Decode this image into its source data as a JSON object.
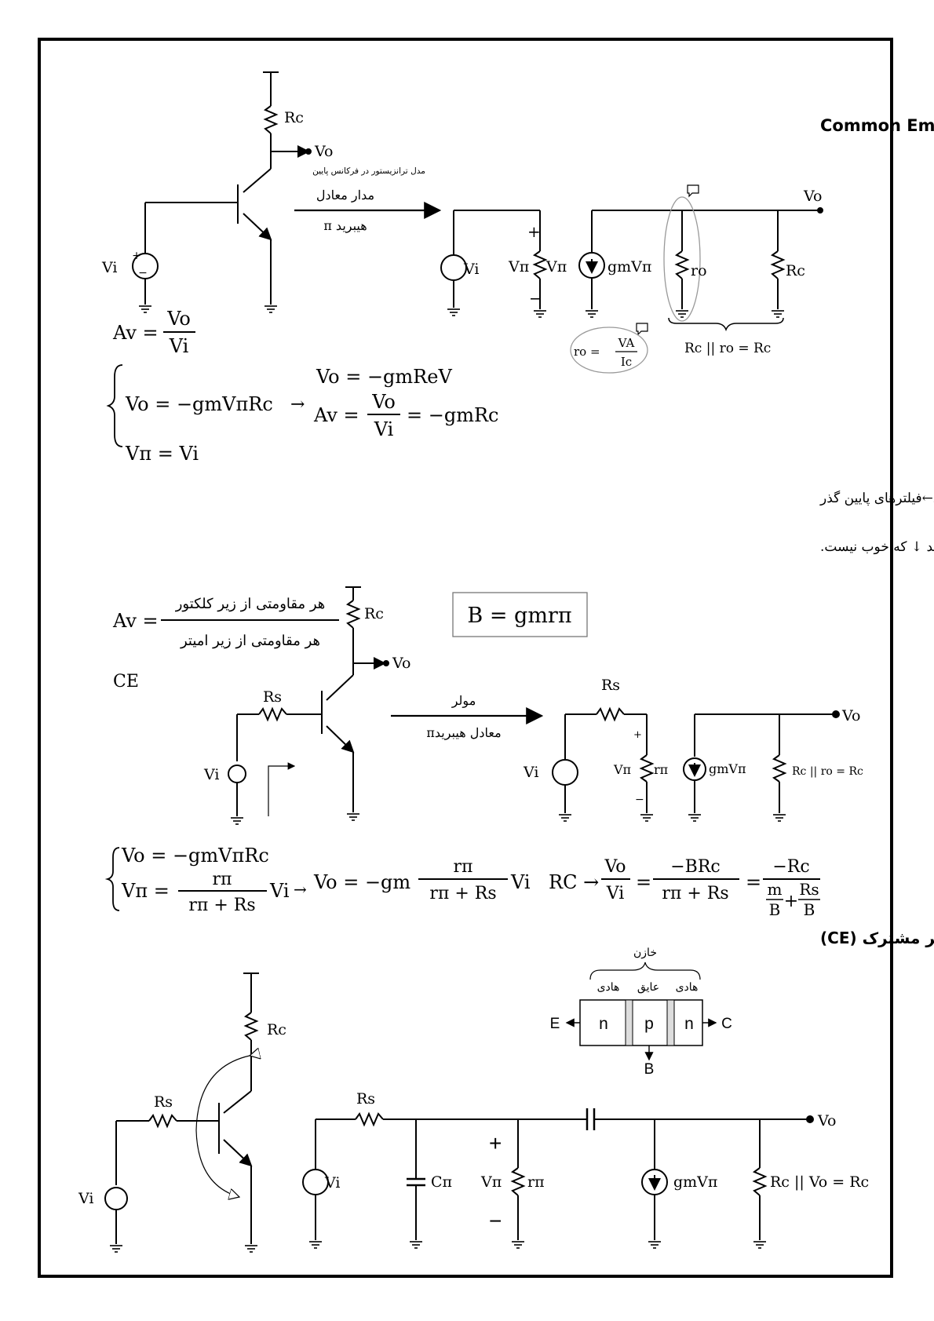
{
  "heading1": "تقویت کننده امیتر مشترک: Common Emitter (CE)",
  "heading2": "بررسی و رفتار فرکانس تقویت‌های یک طبقه. امیتر مشترک (CE)",
  "lowfreq_model_note": "مدل ترانزیستور در فرکانس پایین",
  "equiv_circuit_label": "مدار معادل",
  "hybrid_pi_label": "هیبرید π",
  "mullers_label": "مولر",
  "hybrid_pi_equiv_label": "معادل هیبریدπ",
  "para_lowpass": "چون در فرکانس پایین گذر عبور می‌دهد و فرکانس بالا را عبور نمی‌دهد←فیلترهای پایین گذر",
  "para_bandwidth": "هر چه قطب دورتر باشد، پهنای باند ↑ هر چه قطب نزدیکتر باشد، پهنای باند ↓ که خوب نیست.",
  "av_numerator": "هر مقاومتی از زیر کلکتور",
  "av_denominator": "هر مقاومتی از زیر امیتر",
  "ce_label": "CE",
  "capacitor_label": "خازن",
  "conductor_label": "هادی",
  "insulator_label": "عایق",
  "labels": {
    "Rc": "Rc",
    "Vo": "Vo",
    "Vi": "Vi",
    "Rs": "Rs",
    "Vpi": "Vπ",
    "rpi": "rπ",
    "ro": "ro",
    "gmVpi": "gmVπ",
    "Cpi": "Cπ",
    "E": "E",
    "C": "C",
    "B": "B",
    "n": "n",
    "p": "p",
    "plus": "+",
    "minus": "−",
    "rc_par_ro": "Rc || ro = Rc",
    "rc_par_vo": "Rc || Vo = Rc",
    "ro_eq": "ro =",
    "va": "VA",
    "ic": "Ic"
  },
  "equations": {
    "av_def_lhs": "Av =",
    "av_def_num": "Vo",
    "av_def_den": "Vi",
    "vo_gmrev": "Vo = −gmReV",
    "vo_gmvpirc": "Vo = −gmVπRc",
    "vpi_vi": "Vπ = Vi",
    "arrow": "→",
    "av_lhs": "Av =",
    "av_num": "Vo",
    "av_den": "Vi",
    "av_rhs": "= −gmRc",
    "b_eq": "B = gmrπ",
    "av_rule_lhs": "Av =",
    "sys2_vo": "Vo = −gmVπRc",
    "sys2_vpi_lhs": "Vπ =",
    "sys2_vpi_num": "rπ",
    "sys2_vpi_den": "rπ + Rs",
    "sys2_vpi_rhs": "Vi",
    "res_lhs": "Vo = −gm",
    "res_num": "rπ",
    "res_den": "rπ + Rs",
    "res_rhs": "Vi",
    "rc_arrow": "RC →",
    "g_num": "Vo",
    "g_den": "Vi",
    "eq": "=",
    "g2_num": "−BRc",
    "g2_den": "rπ + Rs",
    "g3_num": "−Rc",
    "m": "m",
    "B": "B",
    "plus": "+",
    "Rs": "Rs"
  }
}
